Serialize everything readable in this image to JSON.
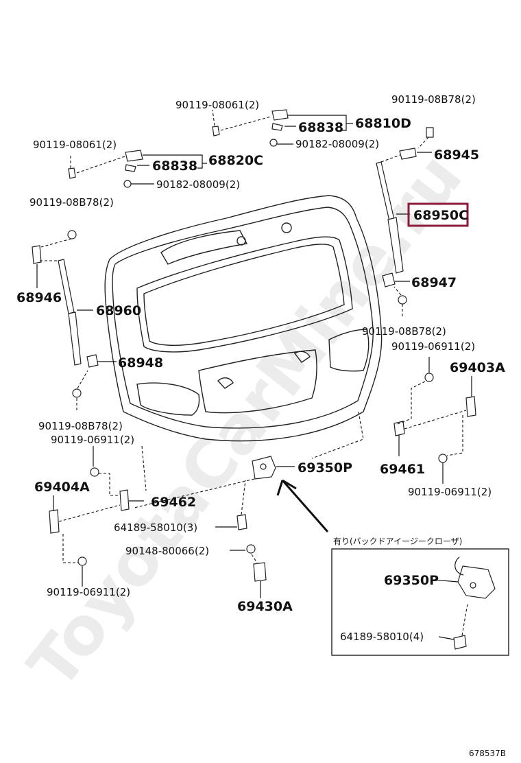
{
  "watermark": "ToyotaCarMine.ru",
  "highlight_color": "#8b1a3a",
  "figure_code": "678537B",
  "inset_caption": "有り(バックドアイージークローザ)",
  "labels": {
    "p68810D": "68810D",
    "p68838a": "68838",
    "p90182a": "90182-08009(2)",
    "p90119_08061a": "90119-08061(2)",
    "p90119_08061b": "90119-08061(2)",
    "p68838b": "68838",
    "p68820C": "68820C",
    "p90182b": "90182-08009(2)",
    "p90119_08B78a": "90119-08B78(2)",
    "p68945": "68945",
    "p68950C": "68950C",
    "p90119_08B78b": "90119-08B78(2)",
    "p68946": "68946",
    "p68960": "68960",
    "p68947": "68947",
    "p90119_08B78c": "90119-08B78(2)",
    "p90119_06911a": "90119-06911(2)",
    "p68948": "68948",
    "p69403A": "69403A",
    "p90119_08B78d": "90119-08B78(2)",
    "p90119_06911b": "90119-06911(2)",
    "p69350P": "69350P",
    "p69461": "69461",
    "p69404A": "69404A",
    "p69462": "69462",
    "p90119_06911c": "90119-06911(2)",
    "p64189_3": "64189-58010(3)",
    "p90148": "90148-80066(2)",
    "p90119_06911d": "90119-06911(2)",
    "p69430A": "69430A",
    "p69350P_inset": "69350P",
    "p64189_4": "64189-58010(4)"
  }
}
